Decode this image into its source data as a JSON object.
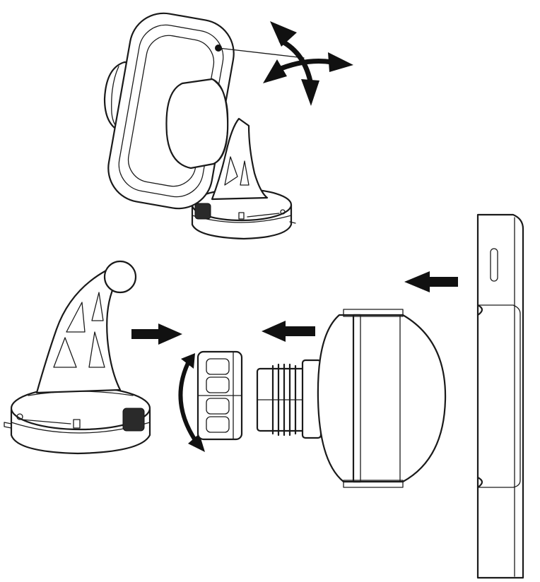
{
  "figure": {
    "background": "#ffffff",
    "ink": "#111111",
    "parts": [
      {
        "name": "assembled-phone-holder",
        "icon": "phone-mount-assembled"
      },
      {
        "name": "suction-base-with-ball-arm",
        "icon": "suction-mount-base"
      },
      {
        "name": "ball-joint-lock-nut",
        "icon": "threaded-lock-ring"
      },
      {
        "name": "round-cradle-back",
        "icon": "cradle-back-plate"
      },
      {
        "name": "phone-clamp-side-view",
        "icon": "clamp-frame"
      }
    ],
    "arrows": [
      "rotate-arrows",
      "push-right-arrow",
      "push-left-arrow",
      "push-left-arrow-top",
      "tighten-curved-arrow"
    ]
  }
}
